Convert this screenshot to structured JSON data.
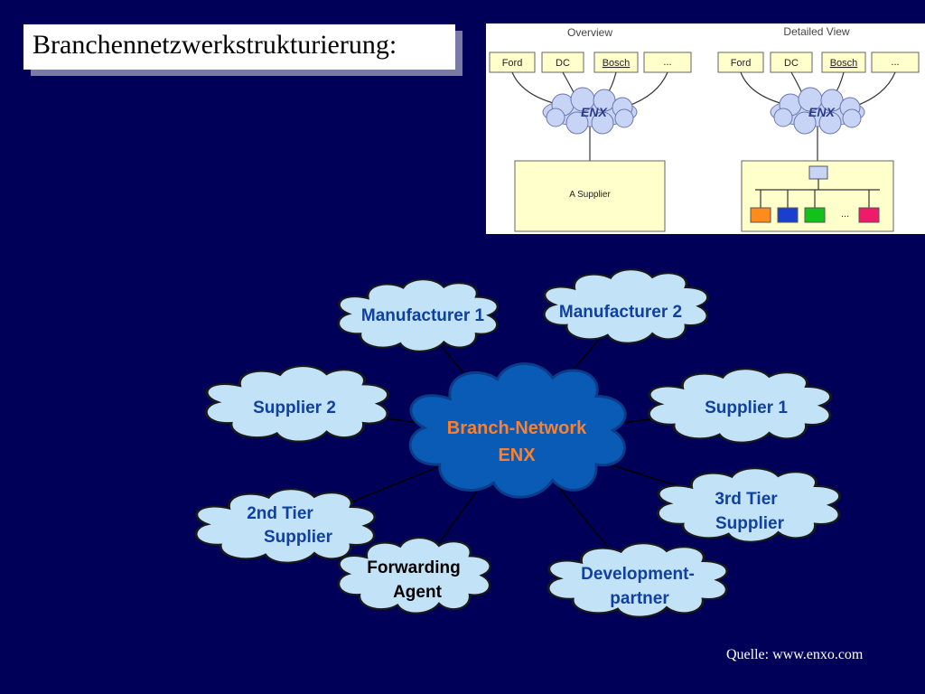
{
  "title": "Branchennetzwerkstrukturierung:",
  "source": "Quelle: www.enxo.com",
  "inset": {
    "overview": {
      "heading": "Overview",
      "boxes": [
        "Ford",
        "DC",
        "Bosch",
        "..."
      ],
      "cloud": "ENX",
      "supplier": "A Supplier"
    },
    "detailed": {
      "heading": "Detailed View",
      "boxes": [
        "Ford",
        "DC",
        "Bosch",
        "..."
      ],
      "cloud": "ENX",
      "dots": "..."
    }
  },
  "diagram": {
    "center": {
      "line1": "Branch-Network",
      "line2": "ENX"
    },
    "nodes": {
      "manufacturer1": {
        "lines": [
          "Manufacturer 1"
        ]
      },
      "manufacturer2": {
        "lines": [
          "Manufacturer 2"
        ]
      },
      "supplier2": {
        "lines": [
          "Supplier 2"
        ]
      },
      "supplier1": {
        "lines": [
          "Supplier 1"
        ]
      },
      "tier2": {
        "lines": [
          "2nd Tier",
          "Supplier"
        ]
      },
      "tier3": {
        "lines": [
          "3rd Tier",
          "Supplier"
        ]
      },
      "forwarding": {
        "lines": [
          "Forwarding",
          "Agent"
        ]
      },
      "development": {
        "lines": [
          "Development-",
          "partner"
        ]
      }
    }
  },
  "colors": {
    "background": "#000058",
    "cloud_fill": "#c2e2f7",
    "cloud_text": "#1040a0",
    "center_fill": "#0a5bb5",
    "center_text": "#ff7f2a",
    "forwarding_text": "#000000"
  }
}
